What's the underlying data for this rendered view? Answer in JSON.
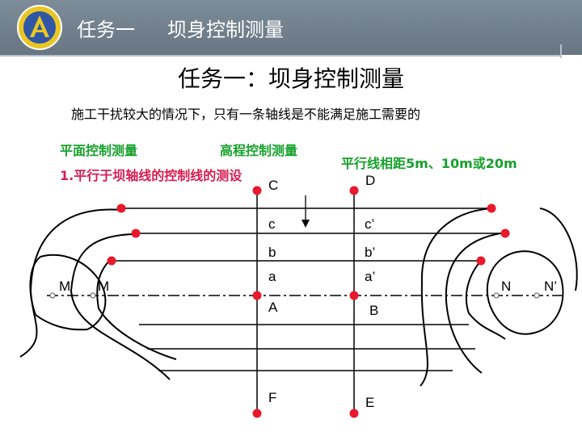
{
  "header": {
    "title_part1": "任务一",
    "title_part2": "坝身控制测量"
  },
  "page_title": "任务一：坝身控制测量",
  "intro_text": "施工干扰较大的情况下，只有一条轴线是不能满足施工需要的",
  "labels": {
    "plane_control": "平面控制测量",
    "elevation_control": "高程控制测量",
    "spacing": "平行线相距5m、10m或20m",
    "step1": "1.平行于坝轴线的控制线的测设"
  },
  "diagram": {
    "point_labels": {
      "C": "C",
      "D": "D",
      "c": "c",
      "c_prime": "c’",
      "b": "b",
      "b_prime": "b’",
      "a": "a",
      "a_prime": "a’",
      "A": "A",
      "B": "B",
      "F": "F",
      "E": "E",
      "M_prime": "M’",
      "M": "M",
      "N": "N",
      "N_prime": "N’"
    },
    "colors": {
      "marker": "#e8192c",
      "line": "#000000"
    }
  }
}
